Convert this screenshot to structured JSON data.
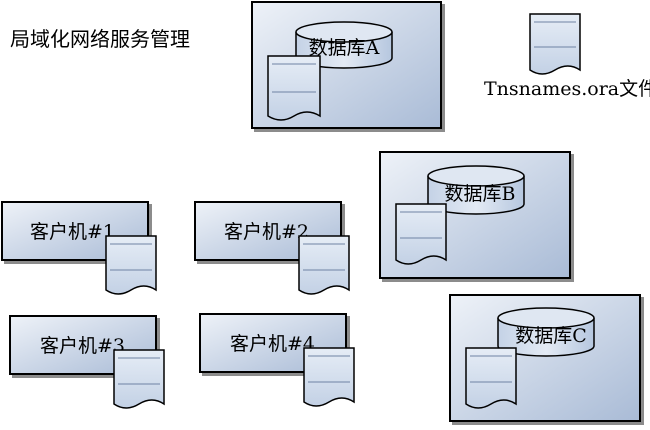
{
  "diagram": {
    "title": "局域化网络服务管理",
    "tnsnames_label": "Tnsnames.ora文件",
    "databases": [
      {
        "label": "数据库A"
      },
      {
        "label": "数据库B"
      },
      {
        "label": "数据库C"
      }
    ],
    "clients": [
      {
        "label": "客户机#1"
      },
      {
        "label": "客户机#2"
      },
      {
        "label": "客户机#3"
      },
      {
        "label": "客户机#4"
      }
    ]
  },
  "colors": {
    "box_fill_light": "#e2e9f3",
    "box_fill_dark": "#b3c3da",
    "stroke": "#000000",
    "doc_fill": "#d8e2ef"
  }
}
